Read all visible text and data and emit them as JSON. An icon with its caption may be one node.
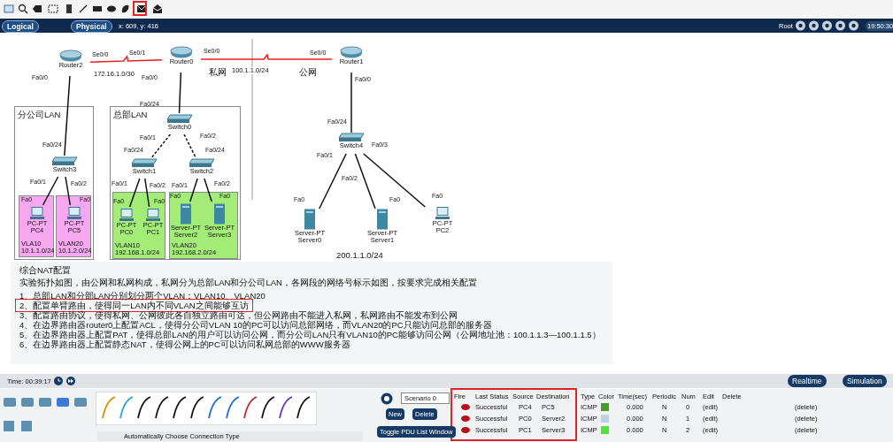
{
  "diagram": {
    "nodes": [
      {
        "text": [
          "Router2"
        ],
        "beside": [
          "Se0/0",
          "Fa0/0"
        ]
      },
      {
        "text": [
          "Router0"
        ],
        "beside": [
          "Se0/1",
          "Se0/0",
          "Fa0/0"
        ]
      },
      {
        "text": [
          "Router1"
        ],
        "beside": [
          "Se0/0",
          "Fa0/0"
        ]
      },
      {
        "text": [
          "分公司LAN"
        ]
      },
      {
        "text": [
          "Switch3"
        ],
        "in": 3,
        "beside": [
          "Fa0/24",
          "Fa0/1",
          "Fa0/2"
        ]
      },
      {
        "text": [
          "VLA10 10.1.1.0/24"
        ],
        "in": 3
      },
      {
        "text": [
          "PC-PT",
          "PC4"
        ],
        "in": 5,
        "beside": [
          "Fa0"
        ]
      },
      {
        "text": [
          "VLAN20 10.1.2.0/24"
        ],
        "in": 3
      },
      {
        "text": [
          "PC-PT",
          "PC5"
        ],
        "in": 7,
        "beside": [
          "Fa0"
        ]
      },
      {
        "text": [
          "总部LAN"
        ]
      },
      {
        "text": [
          "Switch0"
        ],
        "in": 9,
        "beside": [
          "Fa0/24",
          "Fa0/1",
          "Fa0/2"
        ]
      },
      {
        "text": [
          "Switch1"
        ],
        "in": 9,
        "beside": [
          "Fa0/24",
          "Fa0/1",
          "Fa0/2"
        ]
      },
      {
        "text": [
          "Switch2"
        ],
        "in": 9,
        "beside": [
          "Fa0/24",
          "Fa0/1",
          "Fa0/2"
        ]
      },
      {
        "text": [
          "VLAN10 192.168.1.0/24"
        ],
        "in": 9
      },
      {
        "text": [
          "PC-PT",
          "PC0"
        ],
        "in": 13,
        "beside": [
          "Fa0"
        ]
      },
      {
        "text": [
          "PC-PT",
          "PC1"
        ],
        "in": 13,
        "beside": [
          "Fa0"
        ]
      },
      {
        "text": [
          "VLAN20 192.168.2.0/24"
        ],
        "in": 9
      },
      {
        "text": [
          "Server-PT",
          "Server2"
        ],
        "in": 16,
        "beside": [
          "Fa0"
        ]
      },
      {
        "text": [
          "Server-PT",
          "Server3"
        ],
        "in": 16,
        "beside": [
          "Fa0"
        ]
      },
      {
        "text": [
          "Switch4"
        ],
        "beside": [
          "Fa0/24",
          "Fa0/1",
          "Fa0/2",
          "Fa0/3"
        ]
      },
      {
        "text": [
          "Server-PT",
          "Server0"
        ],
        "beside": [
          "Fa0"
        ]
      },
      {
        "text": [
          "Server-PT",
          "Server1"
        ],
        "beside": [
          "Fa0"
        ]
      },
      {
        "text": [
          "PC-PT",
          "PC2"
        ],
        "beside": [
          "Fa0"
        ]
      }
    ],
    "edges": [
      {
        "from": 0,
        "to": 1,
        "arrow": "none",
        "label": "172.16.1.0/30",
        "color": "#e8201f"
      },
      {
        "from": 1,
        "to": 2,
        "arrow": "none",
        "label": "100.1.1.0/24",
        "color": "#e8201f"
      },
      {
        "from": 0,
        "to": 4,
        "arrow": "none"
      },
      {
        "from": 4,
        "to": 6,
        "arrow": "none"
      },
      {
        "from": 4,
        "to": 8,
        "arrow": "none"
      },
      {
        "from": 1,
        "to": 10,
        "arrow": "none"
      },
      {
        "from": 10,
        "to": 11,
        "arrow": "none",
        "style": "dashed"
      },
      {
        "from": 10,
        "to": 12,
        "arrow": "none",
        "style": "dashed"
      },
      {
        "from": 11,
        "to": 14,
        "arrow": "none"
      },
      {
        "from": 11,
        "to": 15,
        "arrow": "none"
      },
      {
        "from": 12,
        "to": 17,
        "arrow": "none"
      },
      {
        "from": 12,
        "to": 18,
        "arrow": "none"
      },
      {
        "from": 2,
        "to": 19,
        "arrow": "none"
      },
      {
        "from": 19,
        "to": 20,
        "arrow": "none"
      },
      {
        "from": 19,
        "to": 21,
        "arrow": "none"
      },
      {
        "from": 19,
        "to": 22,
        "arrow": "none"
      }
    ],
    "labels": [
      "Logical",
      "Physical",
      "x: 609, y: 416",
      "Root",
      "19:50:30",
      "私网",
      "公网",
      "200.1.1.0/24",
      "综合NAT配置",
      "实验拓扑如图，由公网和私网构成，私网分为总部LAN和分公司LAN，各网段的网络号标示如图，按要求完成相关配置",
      "1、总部LAN和分部LAN分别划分两个VLAN：VLAN10、VLAN20",
      "2、配置单臂路由，使得同一LAN内不同VLAN之间能够互访",
      "3、配置路由协议，使得私网、公网彼此各自独立路由可达，但公网路由不能进入私网，私网路由不能发布到公网",
      "4、在边界路由器router0上配置ACL，使得分公司VLAN 10的PC可以访问总部网络，而VLAN20的PC只能访问总部的服务器",
      "5、在边界路由器上配置PAT，使得总部LAN的用户可以访问公网，而分公司LAN只有VLAN10的PC能够访问公网（公网地址池：100.1.1.3—100.1.1.5）",
      "6、在边界路由器上配置静态NAT，使得公网上的PC可以访问私网总部的WWW服务器",
      "Time: 00:39:17",
      "Realtime",
      "Simulation",
      "Scenario 0",
      "New",
      "Delete",
      "Toggle PDU List Window",
      "Automatically Choose Connection Type",
      "Fire",
      "Last Status",
      "Source",
      "Destination",
      "Type",
      "Color",
      "Time(sec)",
      "Periodic",
      "Num",
      "Edit",
      "Delete",
      "Successful",
      "PC4",
      "PC5",
      "ICMP",
      "0.000",
      "N",
      "0",
      "(edit)",
      "(delete)",
      "Successful",
      "PC0",
      "Server2",
      "ICMP",
      "0.000",
      "N",
      "1",
      "(edit)",
      "(delete)",
      "Successful",
      "PC1",
      "Server3",
      "ICMP",
      "0.000",
      "N",
      "2",
      "(edit)",
      "(delete)"
    ]
  }
}
